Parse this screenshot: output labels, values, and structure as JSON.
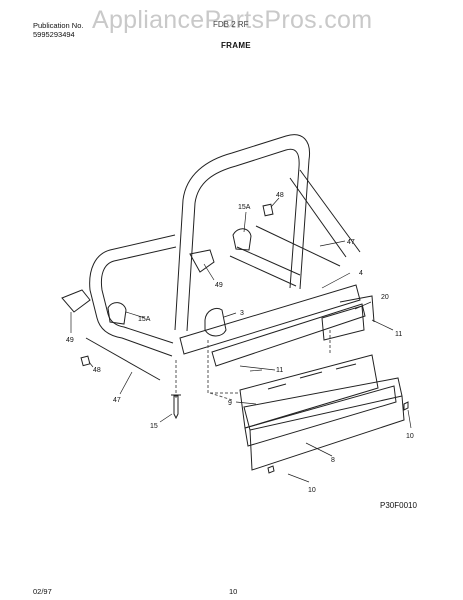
{
  "header": {
    "publication_label": "Publication No.",
    "publication_number": "5995293494",
    "watermark": "AppliancePartsPros.com",
    "model": "FDB 2 RF",
    "section_title": "FRAME"
  },
  "callouts": [
    {
      "id": "48-top",
      "text": "48"
    },
    {
      "id": "15A-top",
      "text": "15A"
    },
    {
      "id": "47-top",
      "text": "47"
    },
    {
      "id": "4",
      "text": "4"
    },
    {
      "id": "49-mid",
      "text": "49"
    },
    {
      "id": "20",
      "text": "20"
    },
    {
      "id": "3",
      "text": "3"
    },
    {
      "id": "15A-left",
      "text": "15A"
    },
    {
      "id": "11-right",
      "text": "11"
    },
    {
      "id": "49-left",
      "text": "49"
    },
    {
      "id": "48-left",
      "text": "48"
    },
    {
      "id": "11-mid",
      "text": "11"
    },
    {
      "id": "47-left",
      "text": "47"
    },
    {
      "id": "9",
      "text": "9"
    },
    {
      "id": "15",
      "text": "15"
    },
    {
      "id": "10-right",
      "text": "10"
    },
    {
      "id": "8",
      "text": "8"
    },
    {
      "id": "10-bottom",
      "text": "10"
    }
  ],
  "figure_code": "P30F0010",
  "footer": {
    "date": "02/97",
    "page": "10"
  }
}
